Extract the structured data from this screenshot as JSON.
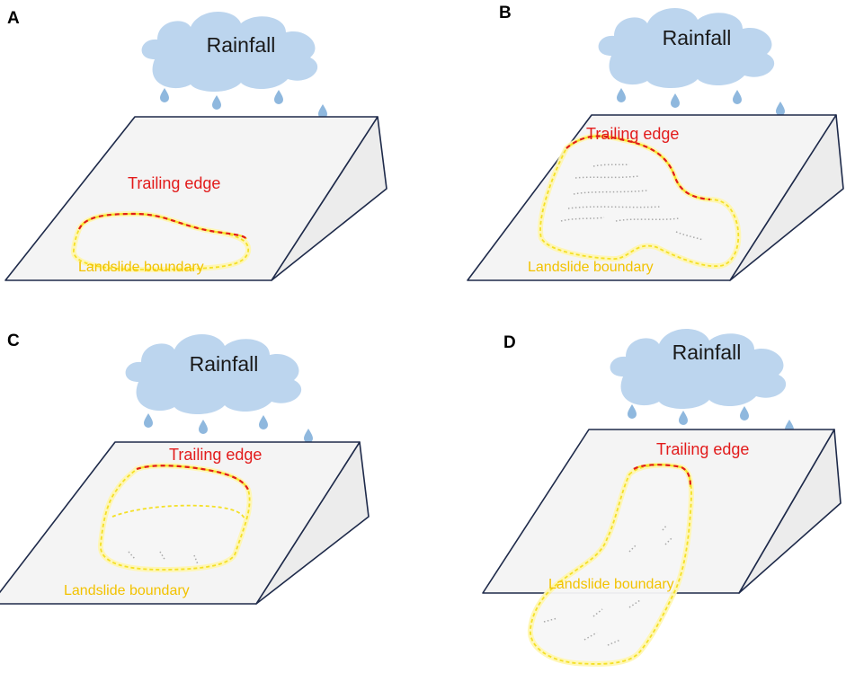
{
  "panels": [
    {
      "label": "A",
      "cloud": "Rainfall",
      "trailing": "Trailing edge",
      "boundary": "Landslide boundary"
    },
    {
      "label": "B",
      "cloud": "Rainfall",
      "trailing": "Trailing edge",
      "boundary": "Landslide boundary"
    },
    {
      "label": "C",
      "cloud": "Rainfall",
      "trailing": "Trailing edge",
      "boundary": "Landslide boundary"
    },
    {
      "label": "D",
      "cloud": "Rainfall",
      "trailing": "Trailing edge",
      "boundary": "Landslide boundary"
    }
  ],
  "colors": {
    "trailing_edge": "#e21b1b",
    "landslide_boundary": "#f4e026",
    "cloud": "#bcd5ee",
    "rain_drop": "#8fb8de",
    "slope_outline": "#1e2a4a"
  }
}
